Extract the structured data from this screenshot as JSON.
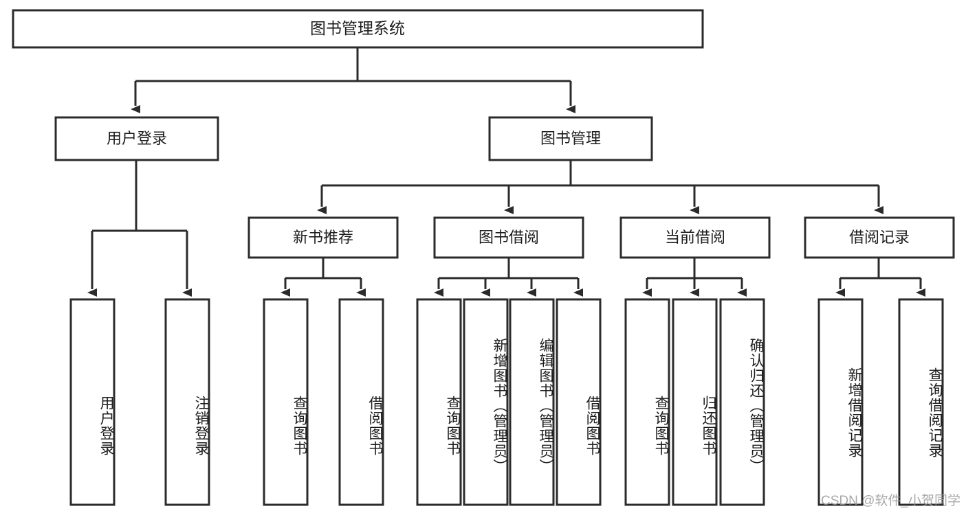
{
  "diagram": {
    "title": "图书管理系统",
    "type": "hierarchy-tree",
    "watermark": "CSDN @软件_小贺同学",
    "colors": {
      "background": "#ffffff",
      "box_fill": "#ffffff",
      "line": "#2b2b2b",
      "text": "#1d1d1d",
      "watermark": "#9a9a9a"
    },
    "root": {
      "label": "图书管理系统"
    },
    "level2": [
      {
        "label": "用户登录"
      },
      {
        "label": "图书管理"
      }
    ],
    "level3": [
      {
        "label": "新书推荐"
      },
      {
        "label": "图书借阅"
      },
      {
        "label": "当前借阅"
      },
      {
        "label": "借阅记录"
      }
    ],
    "leaves": {
      "user_login": [
        {
          "label": "用户登录"
        },
        {
          "label": "注销登录"
        }
      ],
      "new_book_recommend": [
        {
          "label": "查询图书"
        },
        {
          "label": "借阅图书"
        }
      ],
      "book_borrow": [
        {
          "label": "查询图书"
        },
        {
          "label": "新增图书（管理员）"
        },
        {
          "label": "编辑图书（管理员）"
        },
        {
          "label": "借阅图书"
        }
      ],
      "current_borrow": [
        {
          "label": "查询图书"
        },
        {
          "label": "归还图书"
        },
        {
          "label": "确认归还（管理员）"
        }
      ],
      "borrow_record": [
        {
          "label": "新增借阅记录"
        },
        {
          "label": "查询借阅记录"
        }
      ]
    }
  }
}
